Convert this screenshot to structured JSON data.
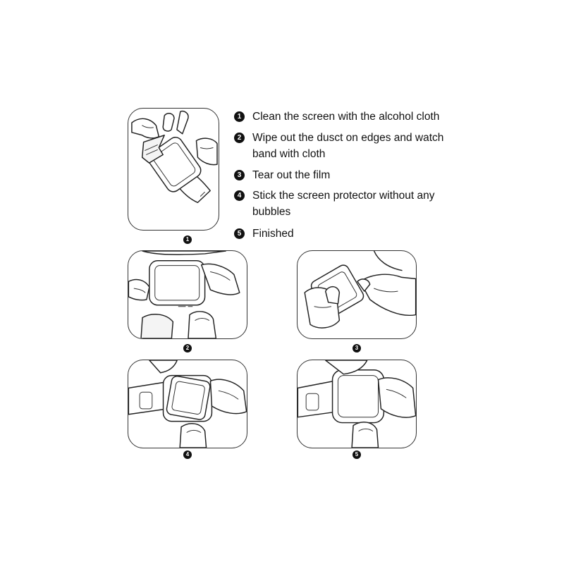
{
  "steps": [
    {
      "number": "1",
      "text": "Clean the screen with the alcohol cloth"
    },
    {
      "number": "2",
      "text": "Wipe out the dusct on edges and watch band with cloth"
    },
    {
      "number": "3",
      "text": "Tear out the film"
    },
    {
      "number": "4",
      "text": "Stick the screen protector without any bubbles"
    },
    {
      "number": "5",
      "text": "Finished"
    }
  ],
  "panels": [
    {
      "label": "1",
      "illustration": "cleaning-screen-with-cloth"
    },
    {
      "label": "2",
      "illustration": "wiping-watch-edges"
    },
    {
      "label": "3",
      "illustration": "peeling-film"
    },
    {
      "label": "4",
      "illustration": "applying-protector"
    },
    {
      "label": "5",
      "illustration": "finished-watch"
    }
  ]
}
